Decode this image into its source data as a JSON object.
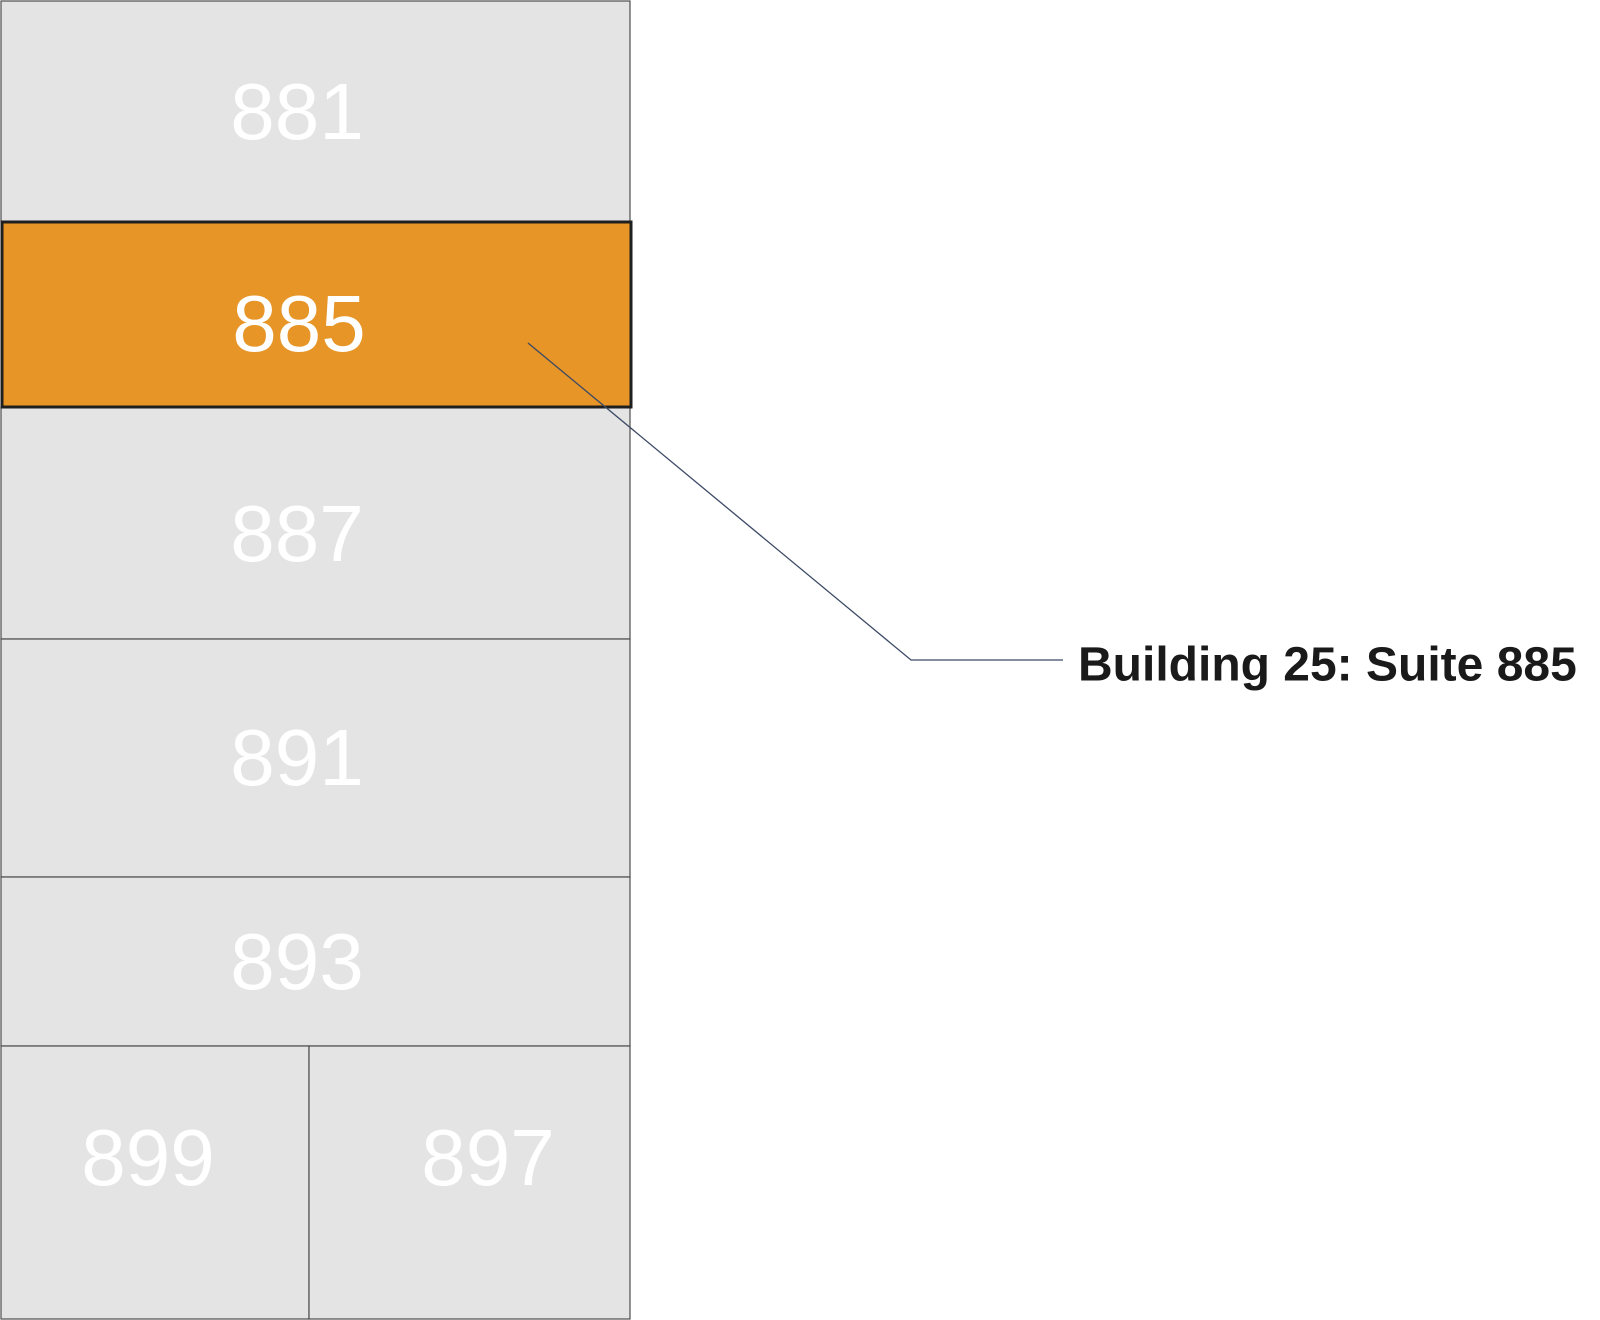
{
  "floor_plan": {
    "suites": [
      {
        "id": "881",
        "label": "881",
        "selected": false
      },
      {
        "id": "885",
        "label": "885",
        "selected": true
      },
      {
        "id": "887",
        "label": "887",
        "selected": false
      },
      {
        "id": "891",
        "label": "891",
        "selected": false
      },
      {
        "id": "893",
        "label": "893",
        "selected": false
      },
      {
        "id": "899",
        "label": "899",
        "selected": false
      },
      {
        "id": "897",
        "label": "897",
        "selected": false
      }
    ],
    "colors": {
      "suite_fill": "#e4e4e4",
      "selected_fill": "#e69526",
      "suite_label": "#ffffff",
      "leader_line": "#3c4a66",
      "callout_text": "#1a1a1a"
    }
  },
  "callout": {
    "label": "Building 25: Suite 885",
    "target_suite": "885"
  }
}
